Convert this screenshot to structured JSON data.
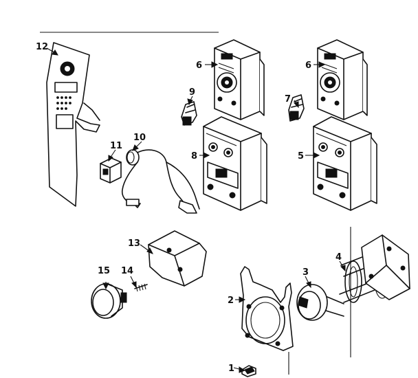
{
  "diagram": {
    "callouts": [
      {
        "id": "1",
        "text": "1"
      },
      {
        "id": "2",
        "text": "2"
      },
      {
        "id": "3",
        "text": "3"
      },
      {
        "id": "4",
        "text": "4"
      },
      {
        "id": "5",
        "text": "5"
      },
      {
        "id": "6a",
        "text": "6"
      },
      {
        "id": "6b",
        "text": "6"
      },
      {
        "id": "7",
        "text": "7"
      },
      {
        "id": "8",
        "text": "8"
      },
      {
        "id": "9",
        "text": "9"
      },
      {
        "id": "10",
        "text": "10"
      },
      {
        "id": "11",
        "text": "11"
      },
      {
        "id": "12",
        "text": "12"
      },
      {
        "id": "13",
        "text": "13"
      },
      {
        "id": "14",
        "text": "14"
      },
      {
        "id": "15",
        "text": "15"
      }
    ]
  },
  "colors": {
    "ink": "#111111",
    "background": "#ffffff"
  }
}
